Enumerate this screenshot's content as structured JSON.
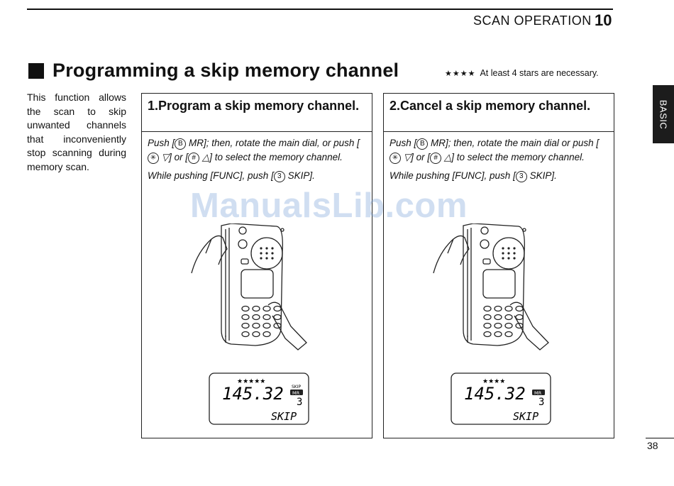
{
  "header": {
    "section": "SCAN OPERATION",
    "page_ref": "10"
  },
  "title": "Programming a skip memory channel",
  "stars_note": {
    "stars": "★★★★",
    "text": "At least 4 stars are necessary."
  },
  "intro": "This function allows the scan to skip unwanted channels that inconveniently stop scanning during memory scan.",
  "side_tab": "BASIC",
  "panels": [
    {
      "title": "1.Program a skip memory channel.",
      "push_a": "Push [",
      "key_b": "B",
      "push_b": " MR]; then, rotate the main dial, or push [",
      "key_star": "✳",
      "push_c": " ▽] or [",
      "key_hash": "#",
      "push_d": " △] to select the memory channel.",
      "func_a": "While pushing [FUNC], push [",
      "key_3": "3",
      "func_b": " SKIP].",
      "lcd": {
        "stars": "★★★★★",
        "freq": "145.32",
        "skip": "SKIP",
        "mr": "MR",
        "ch": "3",
        "word": "SKIP"
      }
    },
    {
      "title": "2.Cancel a skip memory channel.",
      "push_a": "Push [",
      "key_b": "B",
      "push_b": " MR]; then, rotate the main dial or push [",
      "key_star": "✳",
      "push_c": " ▽] or [",
      "key_hash": "#",
      "push_d": " △] to select the memory channel.",
      "func_a": "While pushing [FUNC], push [",
      "key_3": "3",
      "func_b": " SKIP].",
      "lcd": {
        "stars": "★★★★",
        "freq": "145.32",
        "mr": "MR",
        "ch": "3",
        "word": "SKIP"
      }
    }
  ],
  "watermark": "ManualsLib.com",
  "page_number": "38"
}
